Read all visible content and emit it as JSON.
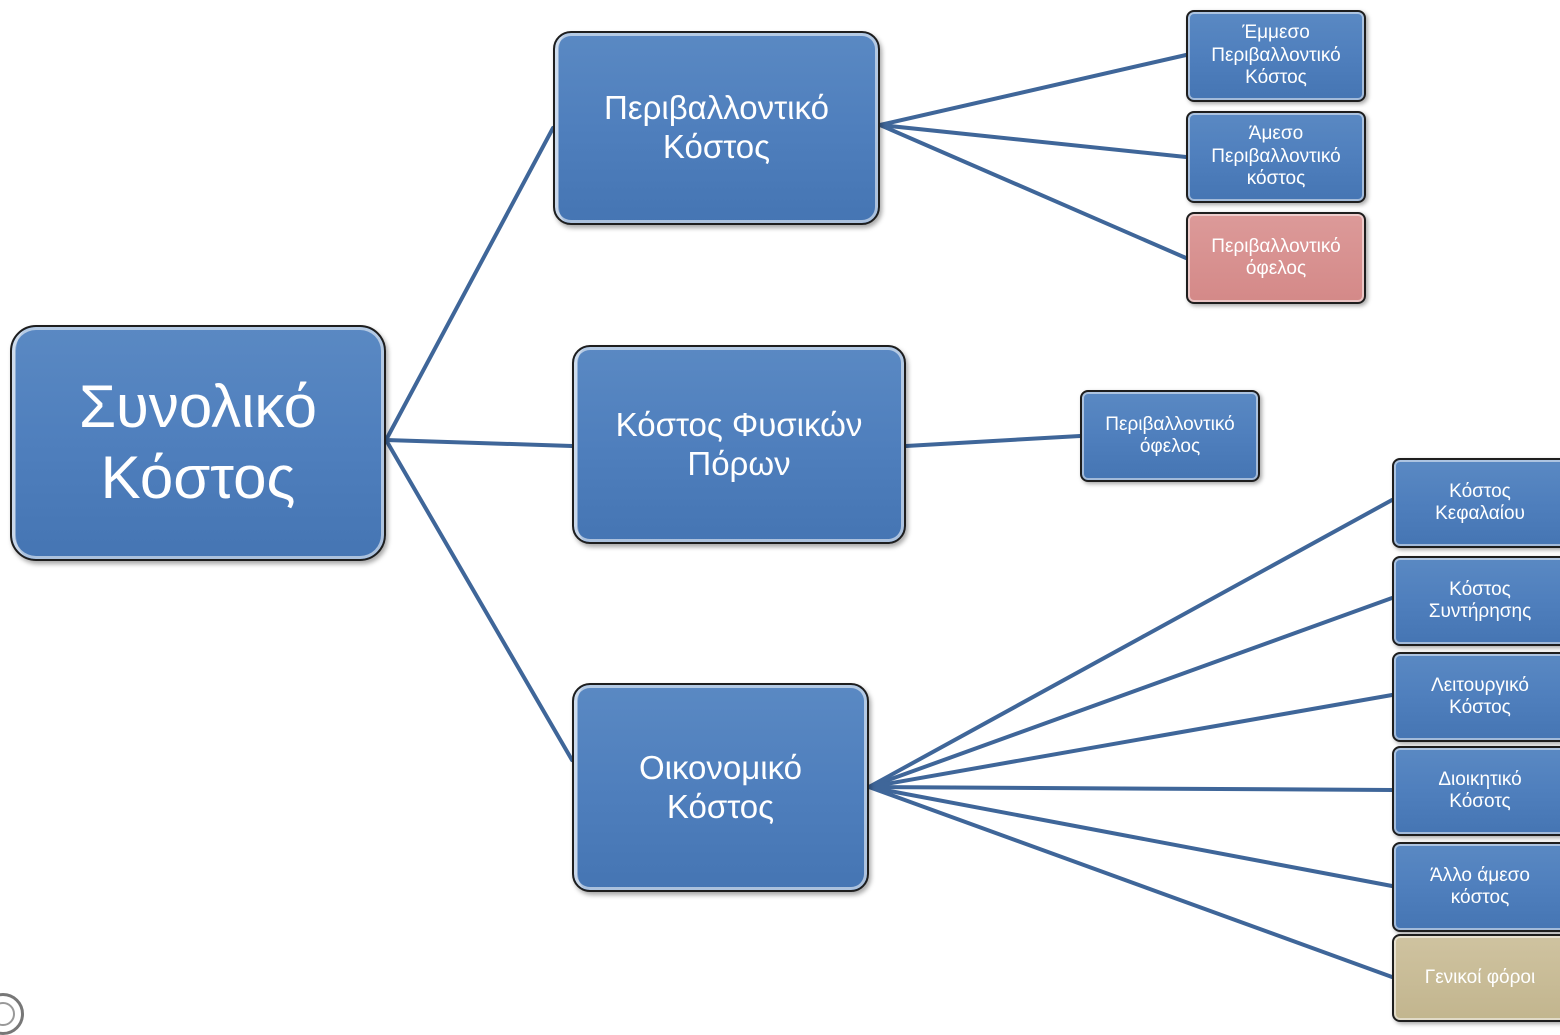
{
  "colors": {
    "box_blue": "#4f7fbd",
    "box_pink": "#d48988",
    "box_tan": "#c2b58e",
    "connector": "#3f6699",
    "text": "#ffffff"
  },
  "root": {
    "label": "Συνολικό\nΚόστος"
  },
  "branches": [
    {
      "label": "Περιβαλλοντικό\nΚόστος",
      "children": [
        {
          "label": "Έμμεσο\nΠεριβαλλοντικό\nΚόστος",
          "color": "blue"
        },
        {
          "label": "Άμεσο\nΠεριβαλλοντικό\nκόστος",
          "color": "blue"
        },
        {
          "label": "Περιβαλλοντικό\nόφελος",
          "color": "pink"
        }
      ]
    },
    {
      "label": "Κόστος Φυσικών\nΠόρων",
      "children": [
        {
          "label": "Περιβαλλοντικό\nόφελος",
          "color": "blue"
        }
      ]
    },
    {
      "label": "Οικονομικό\nΚόστος",
      "children": [
        {
          "label": "Κόστος\nΚεφαλαίου",
          "color": "blue"
        },
        {
          "label": "Κόστος\nΣυντήρησης",
          "color": "blue"
        },
        {
          "label": "Λειτουργικό\nΚόστος",
          "color": "blue"
        },
        {
          "label": "Διοικητικό\nΚόσοτς",
          "color": "blue"
        },
        {
          "label": "Άλλο άμεσο\nκόστος",
          "color": "blue"
        },
        {
          "label": "Γενικοί φόροι",
          "color": "tan"
        }
      ]
    }
  ]
}
